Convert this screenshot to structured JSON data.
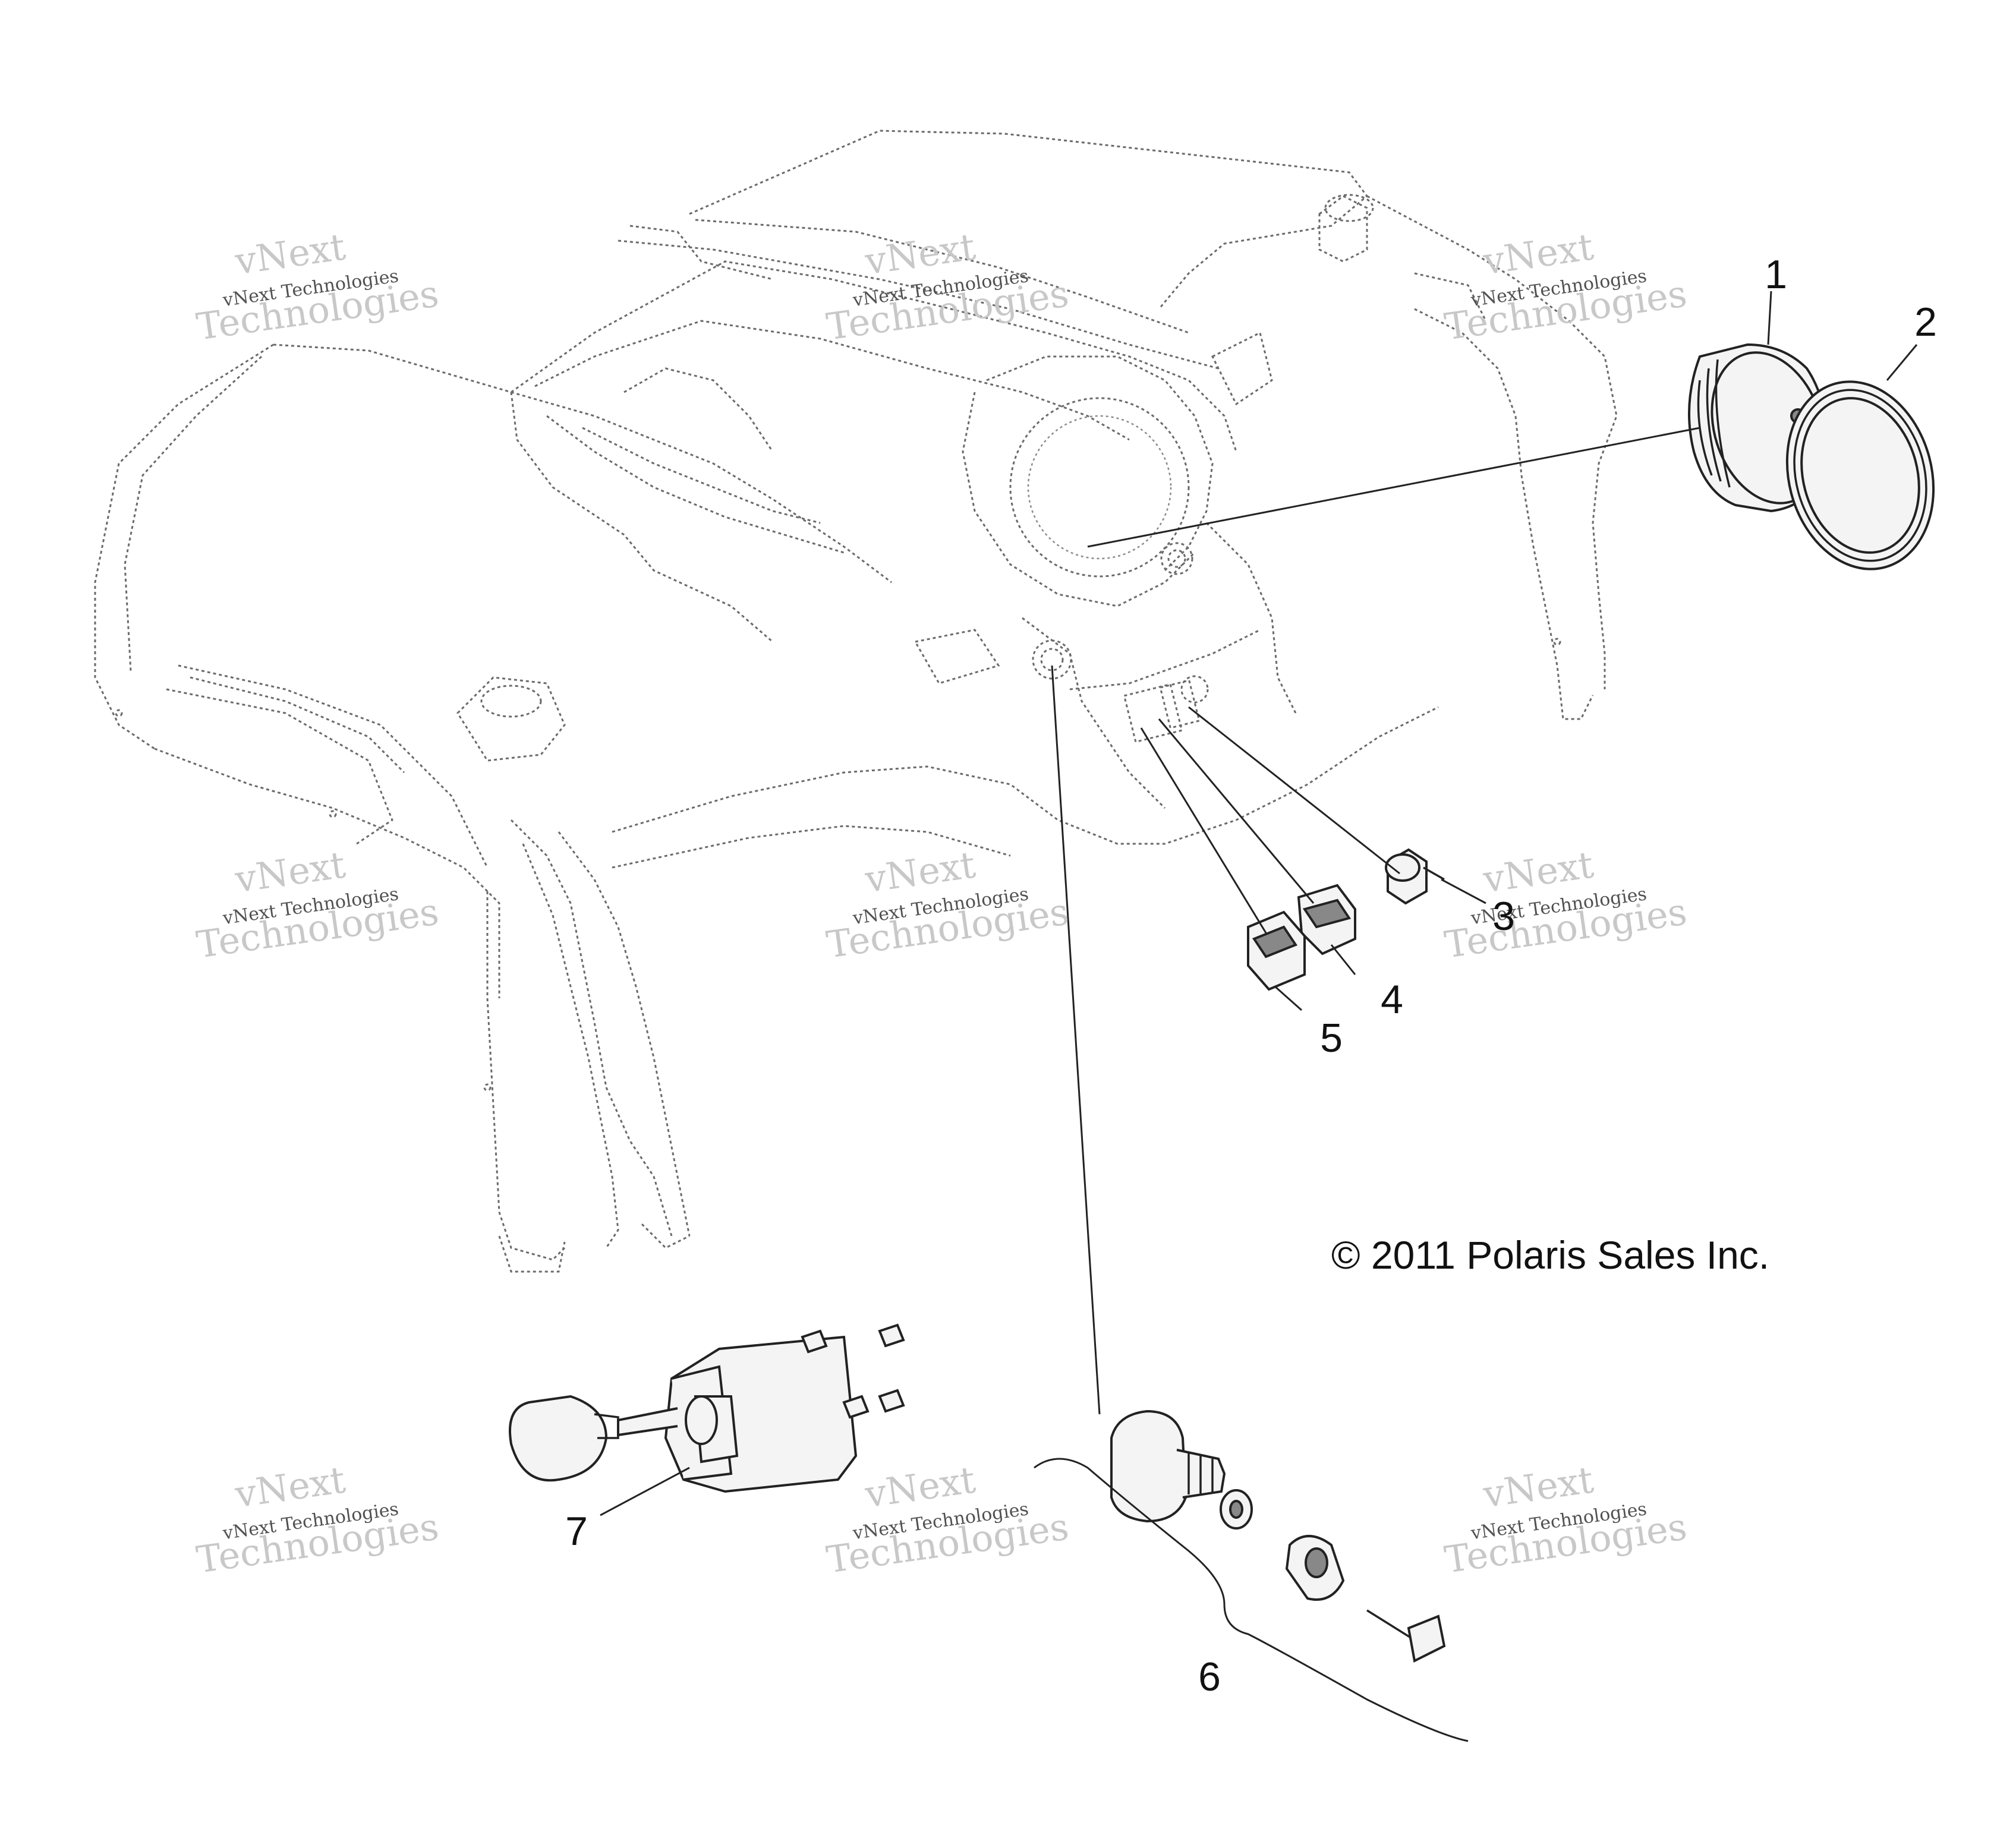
{
  "copyright": "© 2011 Polaris Sales Inc.",
  "watermark": {
    "line_top": "vNext",
    "line_small": "vNext Technologies",
    "line_bottom": "Technologies"
  },
  "callouts": [
    {
      "id": "1",
      "label": "1"
    },
    {
      "id": "2",
      "label": "2"
    },
    {
      "id": "3",
      "label": "3"
    },
    {
      "id": "4",
      "label": "4"
    },
    {
      "id": "5",
      "label": "5"
    },
    {
      "id": "6",
      "label": "6"
    },
    {
      "id": "7",
      "label": "7"
    }
  ]
}
